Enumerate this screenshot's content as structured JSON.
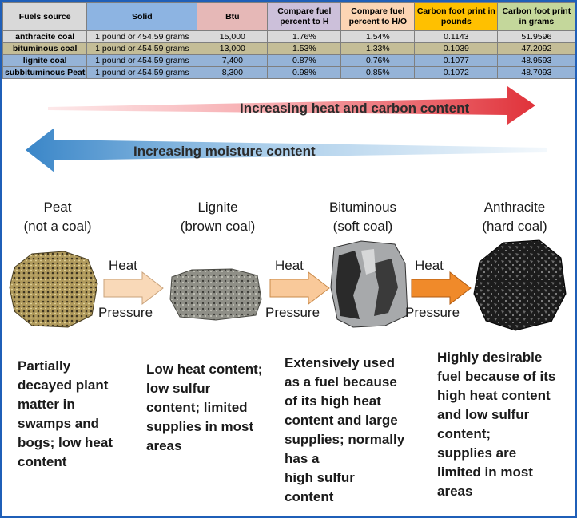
{
  "table": {
    "headers": [
      "Fuels source",
      "Solid",
      "Btu",
      "Compare fuel percent to H",
      "Compare fuel percent to H/O",
      "Carbon foot print in pounds",
      "Carbon foot print in grams"
    ],
    "rows": [
      [
        "anthracite coal",
        "1 pound or 454.59 grams",
        "15,000",
        "1.76%",
        "1.54%",
        "0.1143",
        "51.9596"
      ],
      [
        "bituminous coal",
        "1 pound or 454.59 grams",
        "13,000",
        "1.53%",
        "1.33%",
        "0.1039",
        "47.2092"
      ],
      [
        "lignite coal",
        "1 pound or 454.59 grams",
        "7,400",
        "0.87%",
        "0.76%",
        "0.1077",
        "48.9593"
      ],
      [
        "subbituminous Peat",
        "1 pound or 454.59 grams",
        "8,300",
        "0.98%",
        "0.85%",
        "0.1072",
        "48.7093"
      ]
    ]
  },
  "diagram": {
    "arrow_heat_label": "Increasing heat and carbon content",
    "arrow_moisture_label": "Increasing moisture content",
    "stages": [
      {
        "title": "Peat",
        "subtitle": "(not a coal)",
        "description": [
          "Partially",
          "decayed plant",
          "matter in",
          "swamps and",
          "bogs; low heat",
          "content"
        ]
      },
      {
        "title": "Lignite",
        "subtitle": "(brown coal)",
        "description": [
          "Low heat content;",
          "low sulfur",
          "content; limited",
          "supplies in most",
          "areas"
        ]
      },
      {
        "title": "Bituminous",
        "subtitle": "(soft coal)",
        "description": [
          "Extensively used",
          "as a fuel because",
          "of its high heat",
          "content and large",
          "supplies; normally",
          "has a",
          "high sulfur",
          "content"
        ]
      },
      {
        "title": "Anthracite",
        "subtitle": "(hard coal)",
        "description": [
          "Highly desirable",
          "fuel because of its",
          "high heat content",
          "and low sulfur",
          "content;",
          "supplies are",
          "limited in most",
          "areas"
        ]
      }
    ],
    "step_top": "Heat",
    "step_bottom": "Pressure",
    "colors": {
      "heat_arrow": "#e0323a",
      "moisture_arrow": "#3a86c8",
      "step_arrow_light": "#f9d9b8",
      "step_arrow_dark": "#f08a2a"
    }
  }
}
